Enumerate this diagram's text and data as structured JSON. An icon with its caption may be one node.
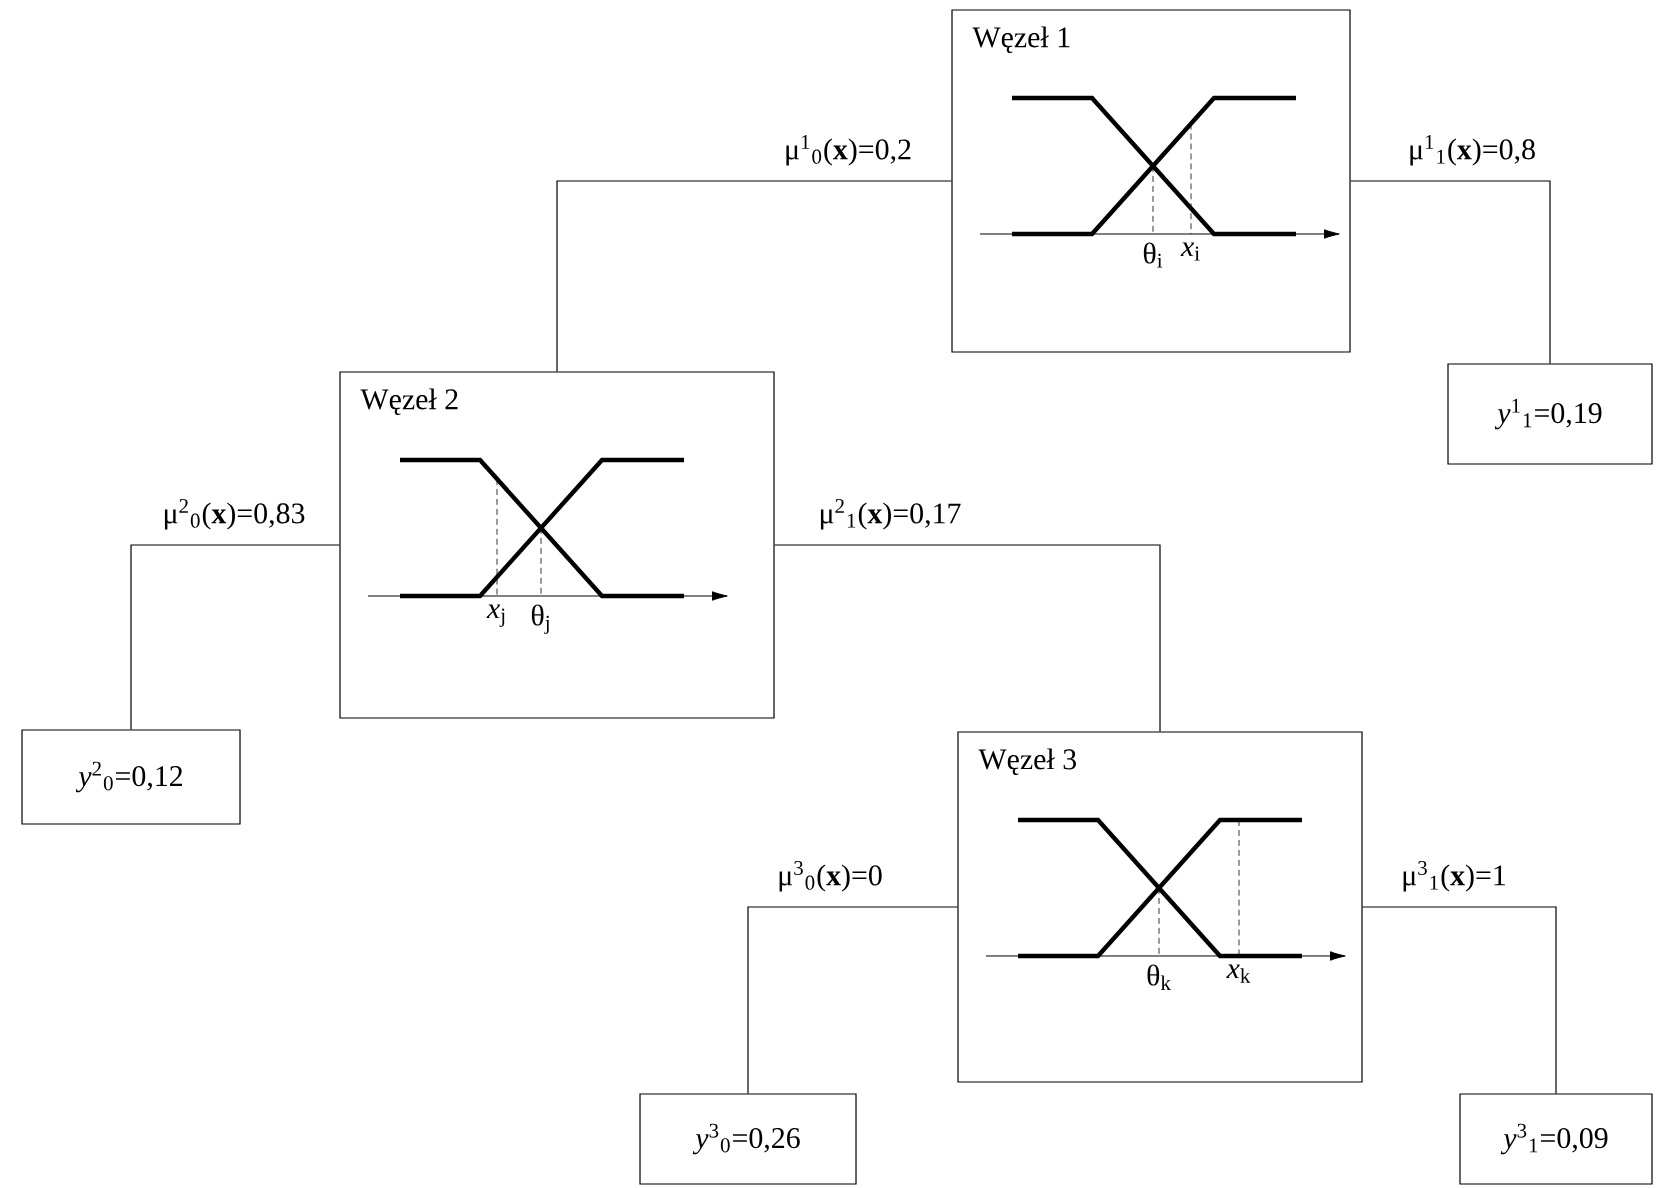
{
  "diagram": {
    "nodes": [
      {
        "text": [
          "Węzeł 1",
          "θ$_{i}$",
          "*x*$_{i}$"
        ]
      },
      {
        "text": [
          "*y*$^{1}$$_{1}$=0,19"
        ]
      },
      {
        "text": [
          "Węzeł 2",
          "*x*$_{j}$",
          "θ$_{j}$"
        ]
      },
      {
        "text": [
          "*y*$^{2}$$_{0}$=0,12"
        ]
      },
      {
        "text": [
          "Węzeł 3",
          "θ$_{k}$",
          "*x*$_{k}$"
        ]
      },
      {
        "text": [
          "*y*$^{3}$$_{0}$=0,26"
        ]
      },
      {
        "text": [
          "*y*$^{3}$$_{1}$=0,09"
        ]
      }
    ],
    "edges": [
      {
        "from": 0,
        "to": 2,
        "arrow": "none",
        "label": "μ$^{1}$$_{0}$(**x**)=0,2"
      },
      {
        "from": 0,
        "to": 1,
        "arrow": "none",
        "label": "μ$^{1}$$_{1}$(**x**)=0,8"
      },
      {
        "from": 2,
        "to": 3,
        "arrow": "none",
        "label": "μ$^{2}$$_{0}$(**x**)=0,83"
      },
      {
        "from": 2,
        "to": 4,
        "arrow": "none",
        "label": "μ$^{2}$$_{1}$(**x**)=0,17"
      },
      {
        "from": 4,
        "to": 5,
        "arrow": "none",
        "label": "μ$^{3}$$_{0}$(**x**)=0"
      },
      {
        "from": 4,
        "to": 6,
        "arrow": "none",
        "label": "μ$^{3}$$_{1}$(**x**)=1"
      }
    ]
  }
}
